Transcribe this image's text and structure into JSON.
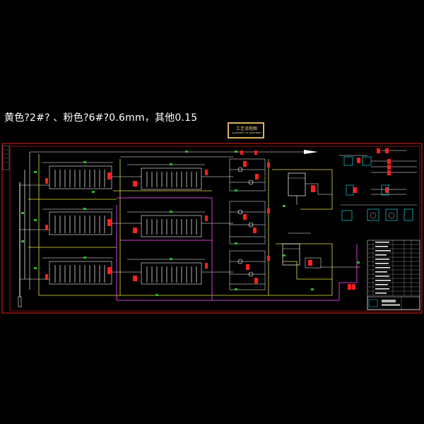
{
  "header_note": "黄色?2#?  、粉色?6#?0.6mm，其他0.15",
  "title_block": {
    "title": "工艺流程图",
    "subtitle": "FLOWSHEET OF TREATMENT"
  },
  "colors": {
    "background": "#000000",
    "frame": "#e0201a",
    "pipe_main": "#ffffff",
    "pipe_yellow": "#e6e640",
    "pipe_pink": "#d040d0",
    "valve_red": "#ff2020",
    "valve_green": "#20c020",
    "equipment_cyan": "#20d0e0",
    "title_border": "#d9b15a"
  }
}
